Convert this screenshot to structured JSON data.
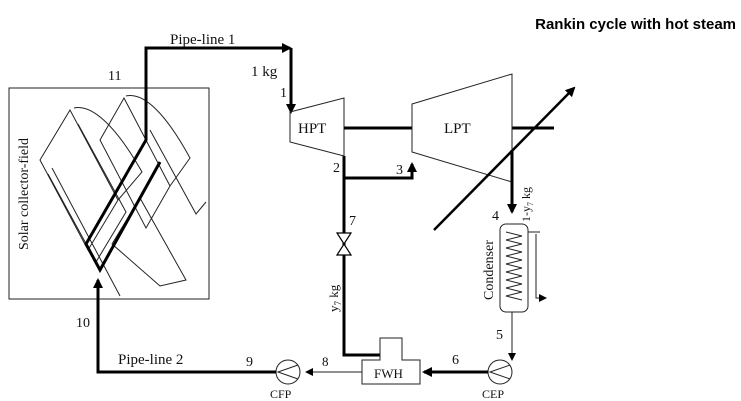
{
  "title": "Rankin cycle with hot steam",
  "collector_label": "Solar collector-field",
  "components": {
    "hpt": "HPT",
    "lpt": "LPT",
    "condenser": "Condenser",
    "fwh": "FWH",
    "cfp": "CFP",
    "cep": "CEP"
  },
  "pipes": {
    "pipe1": "Pipe-line 1",
    "pipe2": "Pipe-line 2"
  },
  "flows": {
    "one_kg": "1 kg",
    "y7": "y",
    "y7_sub": "7",
    "kg": " kg",
    "one_minus_y7_a": "1-y",
    "one_minus_y7_sub": "7",
    "one_minus_y7_b": " kg"
  },
  "states": [
    "1",
    "2",
    "3",
    "4",
    "5",
    "6",
    "7",
    "8",
    "9",
    "10",
    "11"
  ],
  "colors": {
    "line": "#000000",
    "background": "#ffffff"
  }
}
